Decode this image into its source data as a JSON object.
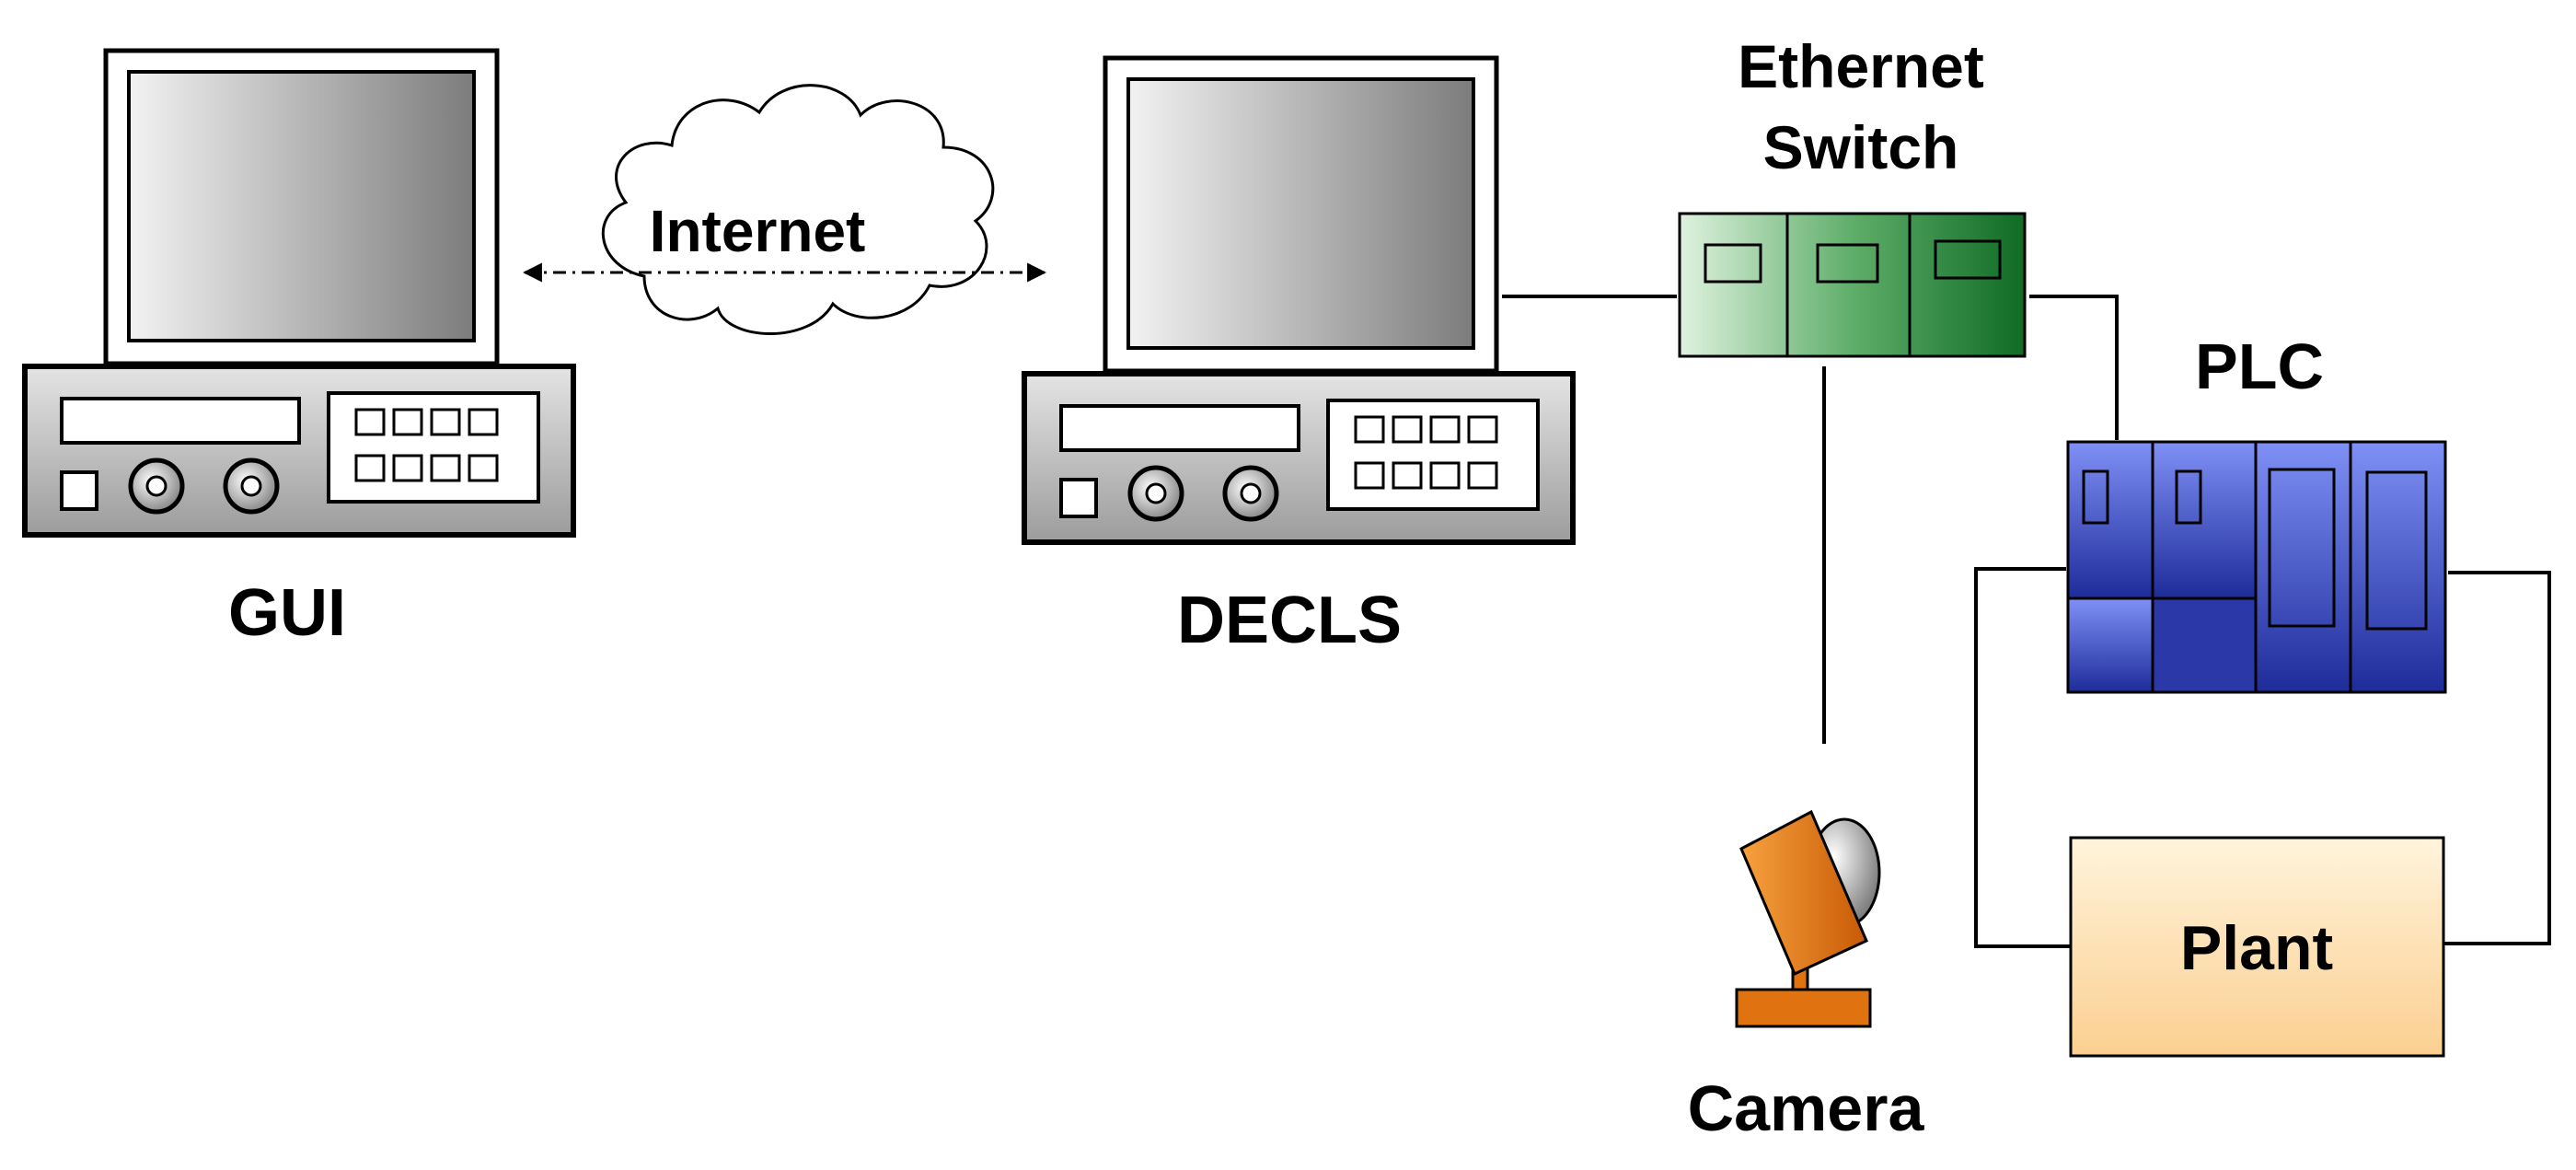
{
  "labels": {
    "gui": "GUI",
    "decls": "DECLS",
    "internet": "Internet",
    "ethernet_line1": "Ethernet",
    "ethernet_line2": "Switch",
    "plc": "PLC",
    "camera": "Camera",
    "plant": "Plant"
  },
  "icons": {
    "gui": "desktop-computer-icon",
    "decls": "desktop-computer-icon",
    "internet": "cloud-icon",
    "switch": "ethernet-switch-icon",
    "plc": "plc-rack-icon",
    "camera": "camera-icon"
  },
  "colors": {
    "switch_light": "#dff2df",
    "switch_dark": "#0f6b24",
    "plc_light": "#8fa0ff",
    "plc_dark": "#1a2a9c",
    "camera": "#e0720f",
    "plant_light": "#fff4dc",
    "plant_dark": "#fbcf90"
  }
}
